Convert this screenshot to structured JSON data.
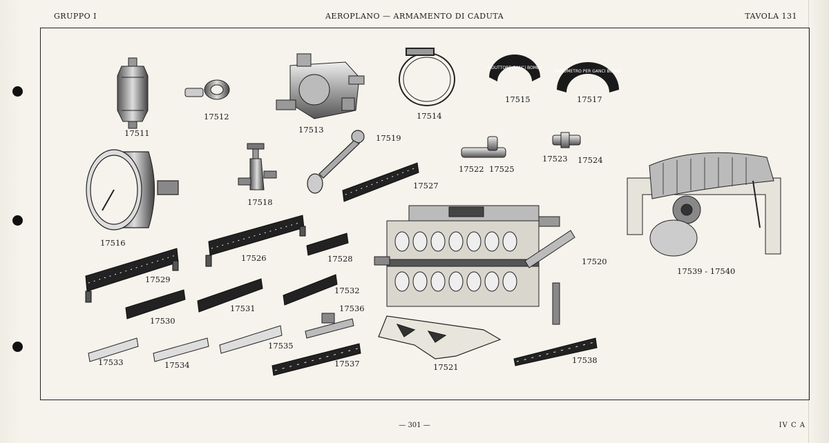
{
  "header": {
    "left": "GRUPPO I",
    "center": "AEROPLANO — ARMAMENTO DI CADUTA",
    "right": "TAVOLA 131"
  },
  "footer": {
    "page": "— 301 —",
    "code": "IV C A"
  },
  "parts": {
    "p17511": "17511",
    "p17512": "17512",
    "p17513": "17513",
    "p17514": "17514",
    "p17515": "17515",
    "p17517": "17517",
    "p17519": "17519",
    "p17522": "17522",
    "p17525": "17525",
    "p17523": "17523",
    "p17524": "17524",
    "p17516": "17516",
    "p17518": "17518",
    "p17527": "17527",
    "p17526": "17526",
    "p17528": "17528",
    "p17520": "17520",
    "p17539_17540": "17539 - 17540",
    "p17529": "17529",
    "p17531": "17531",
    "p17532": "17532",
    "p17530": "17530",
    "p17536": "17536",
    "p17533": "17533",
    "p17534": "17534",
    "p17535": "17535",
    "p17537": "17537",
    "p17521": "17521",
    "p17538": "17538"
  },
  "illustration_text": {
    "arc1": "RIDUTTORE GANCI BOMBE",
    "arc2": "MANOMETRO PER GANCI BOMBE"
  }
}
